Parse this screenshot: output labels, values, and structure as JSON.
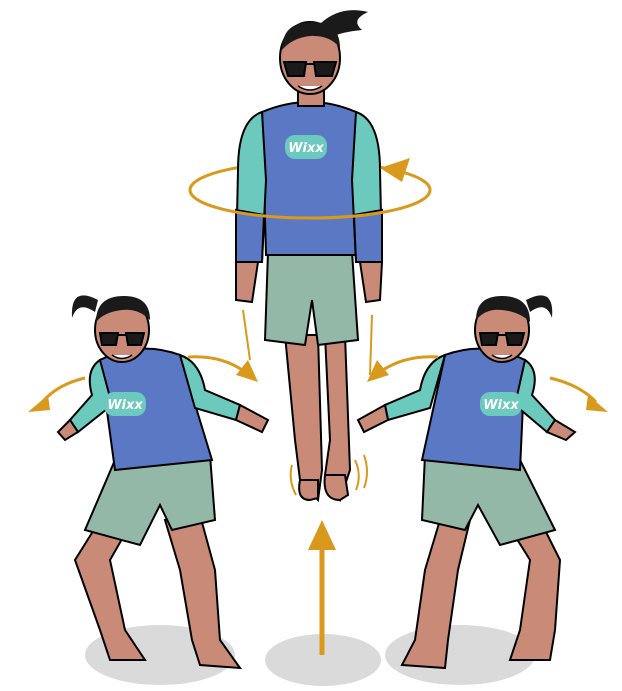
{
  "illustration": {
    "figures": [
      {
        "id": "left",
        "pose": "crouched",
        "brand": "Wixx"
      },
      {
        "id": "center",
        "pose": "jumping",
        "brand": "Wixx"
      },
      {
        "id": "right",
        "pose": "crouched",
        "brand": "Wixx"
      }
    ],
    "icons": [
      "rotation-arrow-icon",
      "up-arrow-icon",
      "arm-swing-arrow-icon"
    ]
  },
  "colors": {
    "rashguard_body": "#5B78C4",
    "rashguard_sleeve": "#6CC9BE",
    "shorts": "#93B8A8",
    "skin": "#C98A78",
    "hair": "#1A1A1A",
    "arrow": "#D9991C",
    "shadow": "#DADADA",
    "logo_bg": "#6CC9BE",
    "logo_text": "#FFFFFF"
  }
}
